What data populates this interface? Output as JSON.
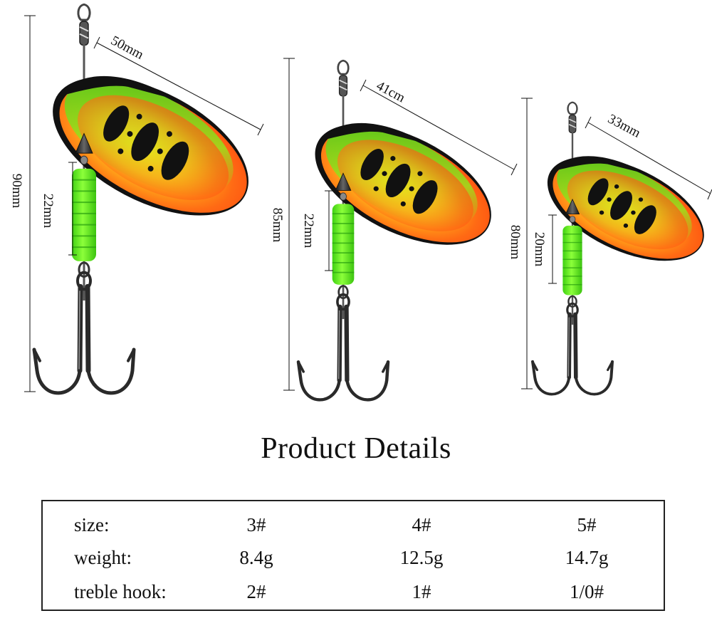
{
  "lures": [
    {
      "length": "90mm",
      "blade": "50mm",
      "bead": "22mm"
    },
    {
      "length": "85mm",
      "blade": "41cm",
      "bead": "22mm"
    },
    {
      "length": "80mm",
      "blade": "33mm",
      "bead": "20mm"
    }
  ],
  "title": "Product Details",
  "specs": {
    "rows": [
      {
        "label": "size:",
        "values": [
          "3#",
          "4#",
          "5#"
        ]
      },
      {
        "label": "weight:",
        "values": [
          "8.4g",
          "12.5g",
          "14.7g"
        ]
      },
      {
        "label": "treble hook:",
        "values": [
          "2#",
          "1#",
          "1/0#"
        ]
      }
    ]
  },
  "colors": {
    "blade_green": "#35d61a",
    "blade_yellow": "#f4e21a",
    "blade_orange": "#ff5a14",
    "bead_green": "#66ee22",
    "outline": "#111111"
  }
}
